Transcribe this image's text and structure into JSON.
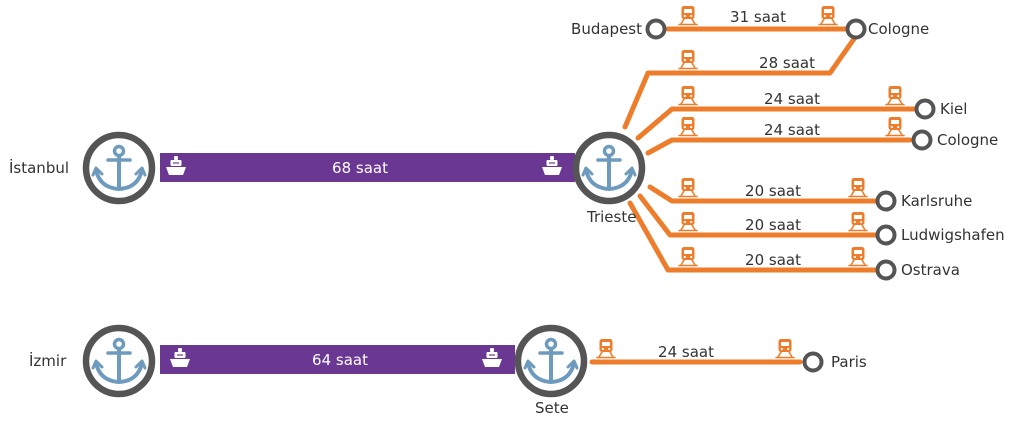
{
  "colors": {
    "sea_route": "#6a3793",
    "rail_route": "#ee7d2b",
    "node_ring": "#555555",
    "anchor": "#6e9bbd",
    "text": "#333333"
  },
  "icons": {
    "port": "anchor-icon",
    "ship": "ship-icon",
    "train": "train-icon"
  },
  "ports": [
    {
      "id": "istanbul",
      "name": "İstanbul"
    },
    {
      "id": "trieste",
      "name": "Trieste"
    },
    {
      "id": "izmir",
      "name": "İzmir"
    },
    {
      "id": "sete",
      "name": "Sete"
    }
  ],
  "sea_routes": [
    {
      "from": "İstanbul",
      "to": "Trieste",
      "duration": "68 saat"
    },
    {
      "from": "İzmir",
      "to": "Sete",
      "duration": "64 saat"
    }
  ],
  "rail_routes": [
    {
      "id": "budapest-cologne",
      "from": "Budapest",
      "to": "Cologne",
      "duration": "31 saat"
    },
    {
      "id": "trieste-cologne-28",
      "from": "Trieste",
      "to": "Cologne",
      "duration": "28 saat"
    },
    {
      "id": "trieste-kiel",
      "from": "Trieste",
      "to": "Kiel",
      "duration": "24 saat"
    },
    {
      "id": "trieste-cologne-24",
      "from": "Trieste",
      "to": "Cologne",
      "duration": "24 saat"
    },
    {
      "id": "trieste-karlsruhe",
      "from": "Trieste",
      "to": "Karlsruhe",
      "duration": "20 saat"
    },
    {
      "id": "trieste-ludwigshafen",
      "from": "Trieste",
      "to": "Ludwigshafen",
      "duration": "20 saat"
    },
    {
      "id": "trieste-ostrava",
      "from": "Trieste",
      "to": "Ostrava",
      "duration": "20 saat"
    },
    {
      "id": "sete-paris",
      "from": "Sete",
      "to": "Paris",
      "duration": "24 saat"
    }
  ]
}
